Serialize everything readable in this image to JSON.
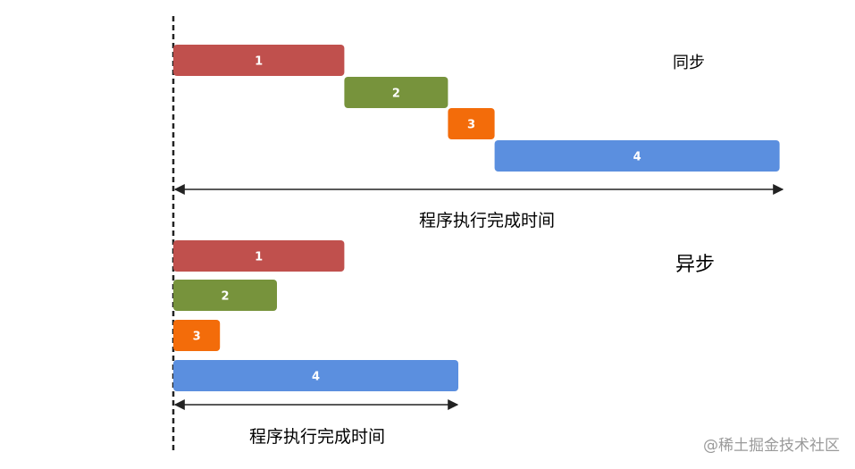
{
  "colors": {
    "task1": "#c0504d",
    "task2": "#77933c",
    "task3": "#f36c0a",
    "task4": "#5b8fdf",
    "axis": "#222222",
    "watermark": "#9a9a9a"
  },
  "sync": {
    "label": "同步",
    "tasks": [
      {
        "label": "1",
        "duration": 3.3,
        "start": 0
      },
      {
        "label": "2",
        "duration": 2.0,
        "start": 3.3
      },
      {
        "label": "3",
        "duration": 0.9,
        "start": 5.3
      },
      {
        "label": "4",
        "duration": 5.5,
        "start": 6.2
      }
    ],
    "total_label": "程序执行完成时间"
  },
  "async": {
    "label": "异步",
    "tasks": [
      {
        "label": "1",
        "duration": 3.3,
        "start": 0
      },
      {
        "label": "2",
        "duration": 2.0,
        "start": 0
      },
      {
        "label": "3",
        "duration": 0.9,
        "start": 0
      },
      {
        "label": "4",
        "duration": 5.5,
        "start": 0
      }
    ],
    "total_label": "程序执行完成时间"
  },
  "watermark": "@稀土掘金技术社区"
}
